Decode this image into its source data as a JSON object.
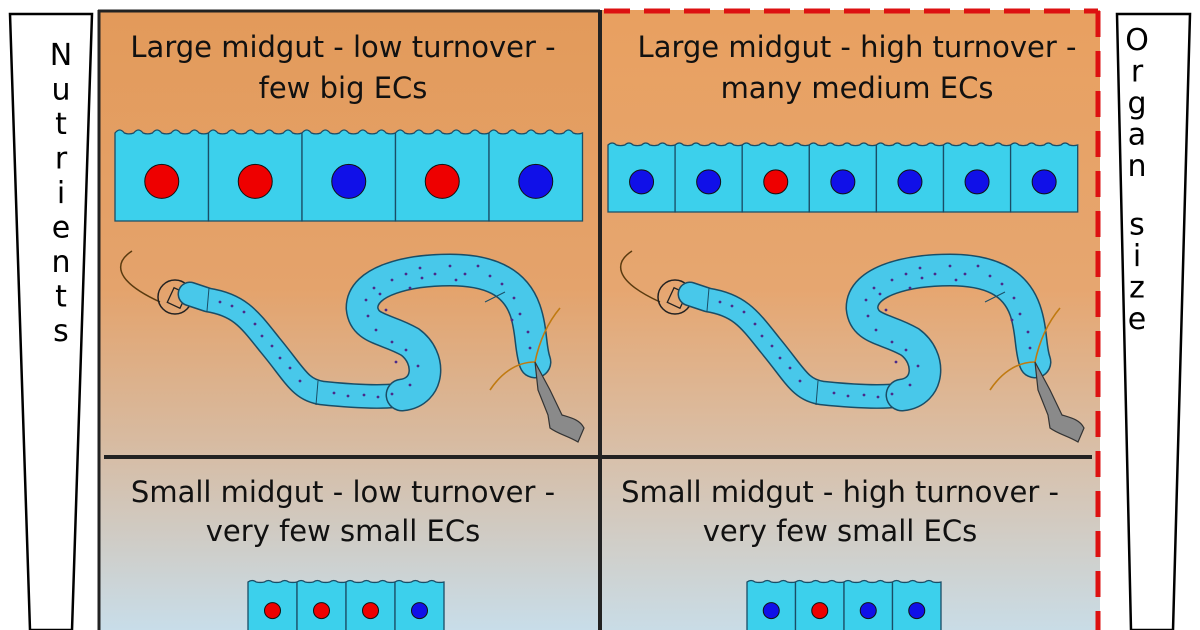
{
  "sidebars": {
    "left": {
      "label": "Nutrients"
    },
    "right": {
      "label": "Organ size"
    }
  },
  "panels": [
    {
      "id": "large-low",
      "title_line1": "Large midgut - low turnover -",
      "title_line2": "few big ECs",
      "nuclei": [
        "red",
        "red",
        "blue",
        "red",
        "blue"
      ],
      "background": "orange"
    },
    {
      "id": "large-high",
      "title_line1": "Large midgut - high turnover -",
      "title_line2": "many medium ECs",
      "nuclei": [
        "blue",
        "blue",
        "red",
        "blue",
        "blue",
        "blue",
        "blue"
      ],
      "background": "orange"
    },
    {
      "id": "small-low",
      "title_line1": "Small midgut - low turnover -",
      "title_line2": "very few small ECs",
      "nuclei": [
        "red",
        "red",
        "red",
        "blue"
      ],
      "background": "pale-blue"
    },
    {
      "id": "small-high",
      "title_line1": "Small midgut - high turnover -",
      "title_line2": "very few small ECs",
      "nuclei": [
        "blue",
        "red",
        "blue",
        "blue"
      ],
      "background": "pale-blue"
    }
  ],
  "colors": {
    "cell_fill": "#3cd0ec",
    "cell_stroke": "#1a4d66",
    "nucleus_red": "#ee0000",
    "nucleus_blue": "#1010e8",
    "grid_line": "#222222",
    "dashed_border": "#dd1111",
    "top_bg": "#e8a060",
    "bottom_bg": "#c8dce8",
    "gut_fill": "#48c8ea",
    "hindgut_fill": "#8a8a8a"
  },
  "icons": {
    "cells": "epithelial-cell-icon",
    "gut": "midgut-icon"
  }
}
